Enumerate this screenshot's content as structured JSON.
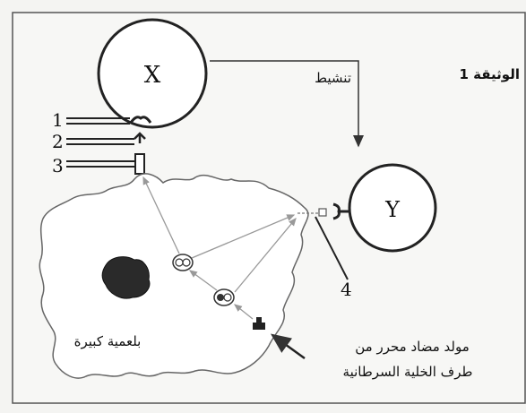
{
  "document_label": "الوثيقة 1",
  "cells": {
    "x_label": "X",
    "y_label": "Y"
  },
  "arrow_label": "تنشيط",
  "numbers": [
    "1",
    "2",
    "3",
    "4"
  ],
  "macrophage_label": "بلعمية كبيرة",
  "antigen_label_line1": "مولد مضاد محرر من",
  "antigen_label_line2": "طرف الخلية السرطانية"
}
